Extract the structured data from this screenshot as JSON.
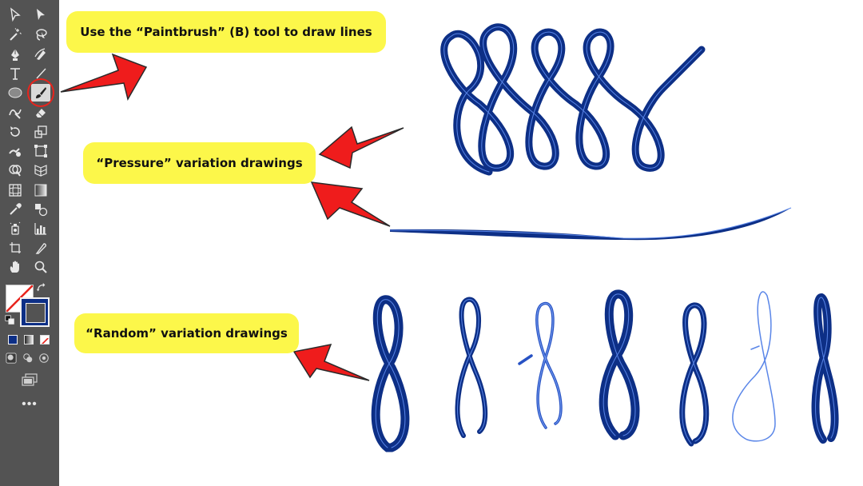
{
  "annotations": {
    "callout_1": "Use the “Paintbrush” (B) tool to draw lines",
    "callout_2": "“Pressure” variation drawings",
    "callout_3": "“Random” variation drawings"
  },
  "toolbar": {
    "more_label": "•••",
    "selected_tool": "paintbrush"
  },
  "colors": {
    "toolbar_bg": "#535353",
    "callout_bg": "#fcf74a",
    "arrow_fill": "#ef1c1c",
    "stroke_color": "#0d2f86",
    "highlight_ring": "#e8241d"
  },
  "icons": [
    "selection-icon",
    "direct-selection-icon",
    "magic-wand-icon",
    "lasso-icon",
    "pen-icon",
    "curvature-icon",
    "type-icon",
    "line-segment-icon",
    "ellipse-icon",
    "paintbrush-icon",
    "shaper-icon",
    "eraser-icon",
    "rotate-icon",
    "scale-icon",
    "warp-icon",
    "free-transform-icon",
    "shape-builder-icon",
    "perspective-grid-icon",
    "mesh-icon",
    "gradient-icon",
    "eyedropper-icon",
    "blend-icon",
    "symbol-sprayer-icon",
    "column-graph-icon",
    "artboard-icon",
    "slice-icon",
    "hand-icon",
    "zoom-icon"
  ]
}
